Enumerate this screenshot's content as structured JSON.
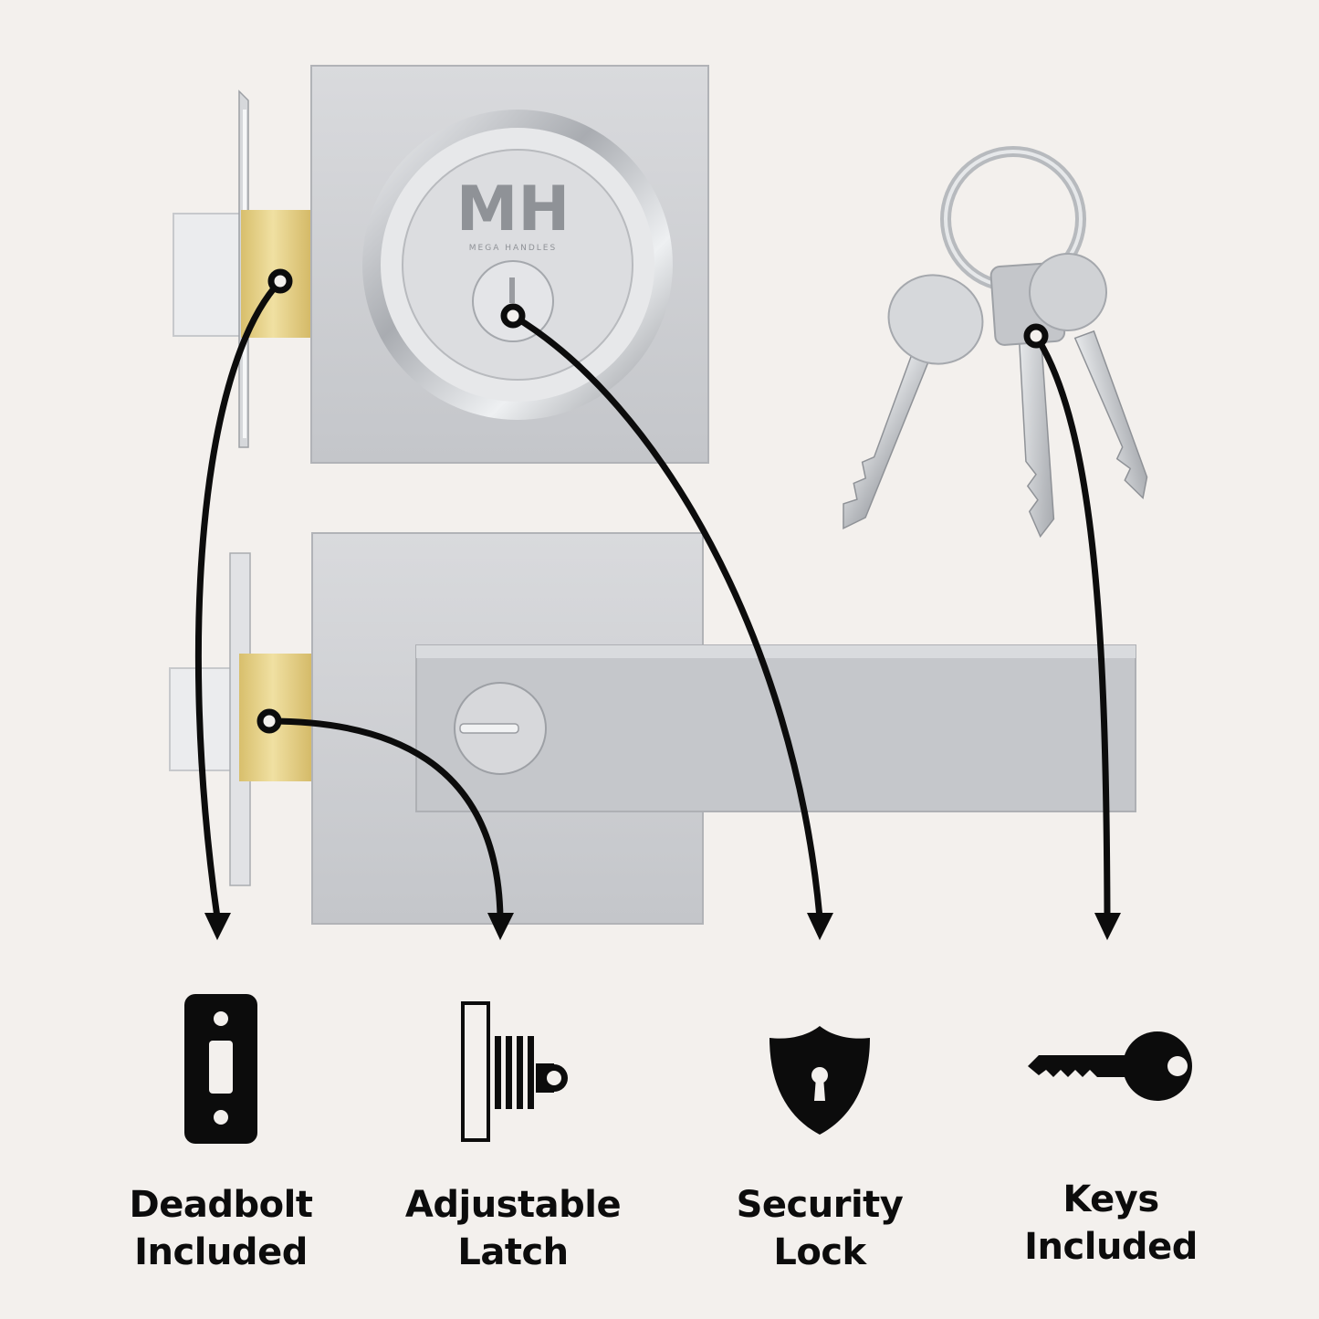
{
  "brand": {
    "logo_letters": "MH",
    "logo_text": "MEGA HANDLES"
  },
  "features": [
    {
      "id": "deadbolt",
      "line1": "Deadbolt",
      "line2": "Included",
      "icon": "deadbolt-plate-icon"
    },
    {
      "id": "latch",
      "line1": "Adjustable",
      "line2": "Latch",
      "icon": "adjustable-latch-icon"
    },
    {
      "id": "security",
      "line1": "Security",
      "line2": "Lock",
      "icon": "shield-keyhole-icon"
    },
    {
      "id": "keys",
      "line1": "Keys",
      "line2": "Included",
      "icon": "key-icon"
    }
  ],
  "colors": {
    "background": "#f3f0ed",
    "chrome": "#c9cbcf",
    "brass": "#e4cf86",
    "ink": "#0c0c0c"
  }
}
